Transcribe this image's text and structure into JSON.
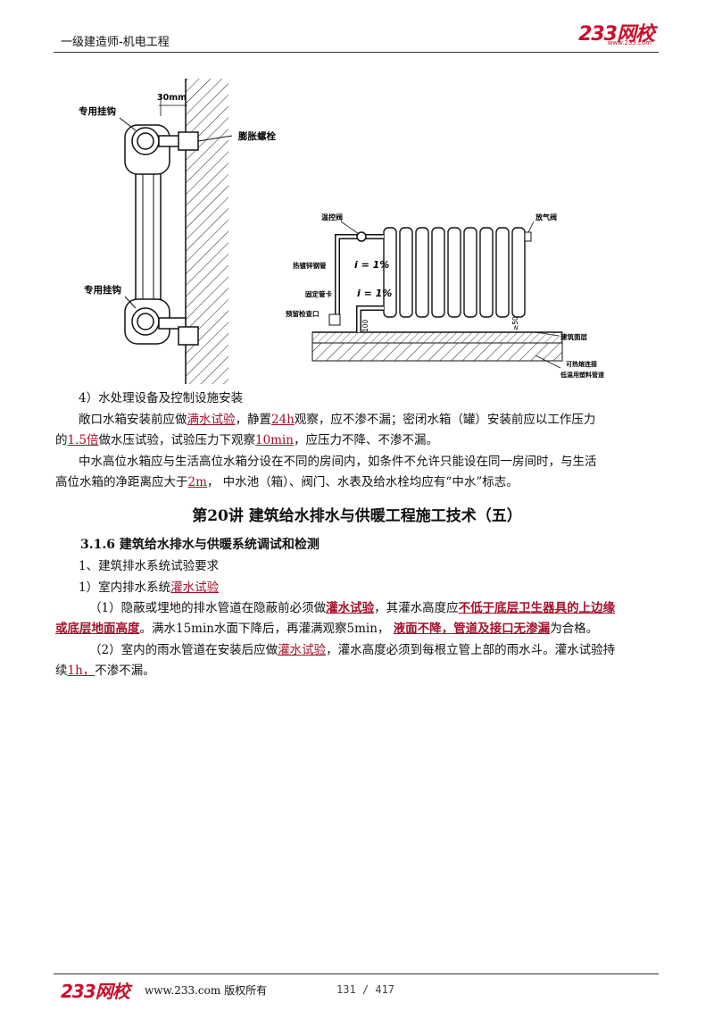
{
  "header": {
    "title": "一级建造师-机电工程",
    "logo": "233网校",
    "logo_sub": "www.233.com"
  },
  "figure_left": {
    "label_hook_top": "专用挂钩",
    "label_dim": "30mm",
    "label_bolt": "膨胀螺栓",
    "label_hook_bottom": "专用挂钩"
  },
  "figure_right": {
    "label_valve": "温控阀",
    "label_vent": "放气阀",
    "label_pipe": "热镀锌钢管",
    "label_clamp": "固定管卡",
    "label_sleeve": "预留检查口",
    "slope_1": "i = 1%",
    "slope_2": "i = 1%",
    "label_floor": "建筑面层",
    "label_layer": "可热熔连接",
    "label_layer2": "低温用塑料管道",
    "dim_100": "100",
    "dim_50": "≥50"
  },
  "para": {
    "item4_title": "4）水处理设备及控制设施安装",
    "p1_a": "敞口水箱安装前应做",
    "p1_u1": "满水试验",
    "p1_b": "，静置",
    "p1_u2": "24h",
    "p1_c": "观察，应不渗不漏；密闭水箱（罐）安装前应以工作压力",
    "p1_d": "的",
    "p1_u3": "1.5倍",
    "p1_e": "做水压试验，试验压力下观察",
    "p1_u4": "10min",
    "p1_f": "，应压力不降、不渗不漏。",
    "p2_a": "中水高位水箱应与生活高位水箱分设在不同的房间内，如条件不允许只能设在同一房间时，与生活",
    "p2_b": "高位水箱的净距离应大于",
    "p2_u1": "2m",
    "p2_c": "，  中水池（箱）、阀门、水表及给水栓均应有“中水”标志。"
  },
  "lecture_title": "第20讲  建筑给水排水与供暖工程施工技术（五）",
  "section": "3.1.6  建筑给水排水与供暖系统调试和检测",
  "body": {
    "item1": "1、建筑排水系统试验要求",
    "item1_1_a": "1）室内排水系统",
    "item1_1_u": "灌水试验",
    "s1_a": "（1）隐蔽或埋地的排水管道在隐蔽前必须做",
    "s1_u1": "灌水试验",
    "s1_b": "，其灌水高度应",
    "s1_u2": "不低于底层卫生器具的上边缘",
    "s1_u3": "或底层地面高度",
    "s1_c": "。满水15min水面下降后，再灌满观察5min，  ",
    "s1_u4": "液面不降，管道及接口无渗漏",
    "s1_d": "为合格。",
    "s2_a": "（2）室内的雨水管道在安装后应做",
    "s2_u1": "灌水试验",
    "s2_b": "，灌水高度必须到每根立管上部的雨水斗。灌水试验持",
    "s2_c": "续",
    "s2_u2": "1h，",
    "s2_d": "不渗不漏。"
  },
  "footer": {
    "logo": "233网校",
    "url": "www.233.com 版权所有",
    "page": "131 / 417"
  }
}
